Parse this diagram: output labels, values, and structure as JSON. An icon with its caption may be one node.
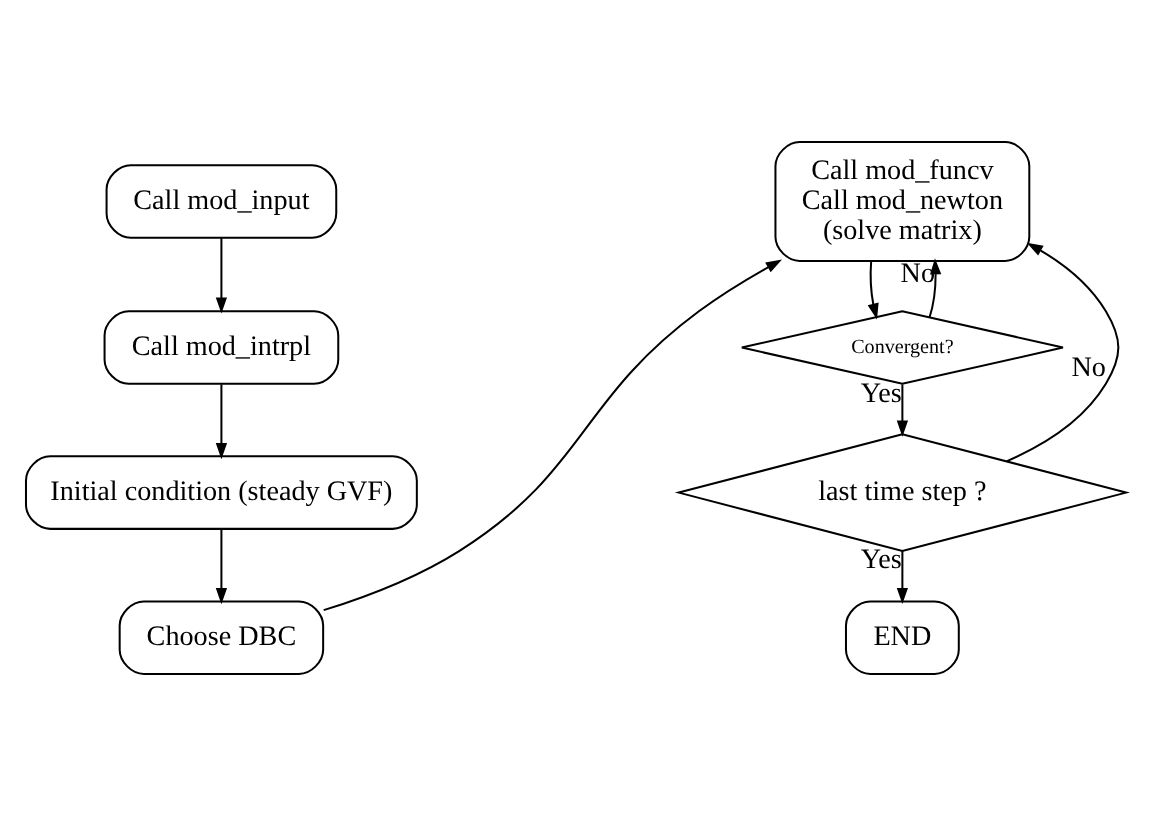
{
  "diagram": {
    "nodes": [
      {
        "text": [
          "Call mod_input"
        ]
      },
      {
        "text": [
          "Call mod_intrpl"
        ]
      },
      {
        "text": [
          "Initial condition (steady GVF)"
        ]
      },
      {
        "text": [
          "Choose DBC"
        ]
      },
      {
        "text": [
          "Call mod_funcv",
          "Call mod_newton",
          "(solve matrix)"
        ]
      },
      {
        "text": [
          "Convergent?"
        ]
      },
      {
        "text": [
          "last time step ?"
        ]
      },
      {
        "text": [
          "END"
        ]
      }
    ],
    "edges": [
      {
        "from": 0,
        "to": 1,
        "arrow": "to"
      },
      {
        "from": 1,
        "to": 2,
        "arrow": "to"
      },
      {
        "from": 2,
        "to": 3,
        "arrow": "to"
      },
      {
        "from": 3,
        "to": 4,
        "arrow": "to"
      },
      {
        "from": 4,
        "to": 5,
        "arrow": "to"
      },
      {
        "from": 5,
        "to": 4,
        "label": "No",
        "arrow": "to"
      },
      {
        "from": 5,
        "to": 6,
        "label": "Yes",
        "arrow": "to"
      },
      {
        "from": 6,
        "to": 4,
        "label": "No",
        "arrow": "to"
      },
      {
        "from": 6,
        "to": 7,
        "label": "Yes",
        "arrow": "to"
      }
    ]
  }
}
